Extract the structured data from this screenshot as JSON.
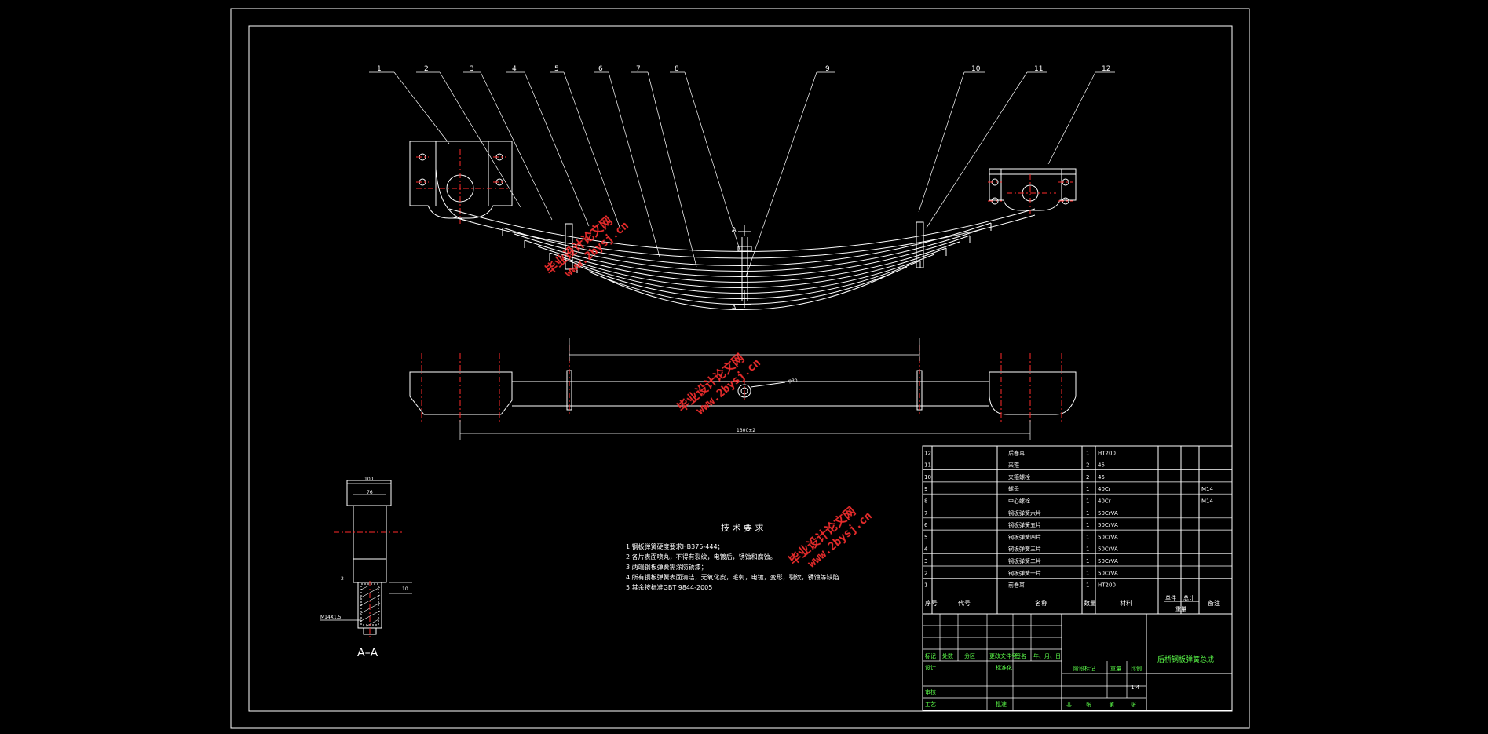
{
  "balloons": [
    "1",
    "2",
    "3",
    "4",
    "5",
    "6",
    "7",
    "8",
    "9",
    "10",
    "11",
    "12"
  ],
  "section_mark": "A",
  "section_view_label": "A–A",
  "dim_plan_total": "1300±2",
  "dim_eye": "φ30",
  "dim_section_w1": "100",
  "dim_section_w2": "76",
  "dim_section_side": "2",
  "dim_section_h": "10",
  "dim_section_bolt": "M14X1.5",
  "watermark": {
    "cn": "毕业设计论文网",
    "url": "www.2bysj.cn"
  },
  "tech_req": {
    "title": "技 术 要 求",
    "items": [
      "1.钢板弹簧硬度要求HB375-444；",
      "2.各片表面喷丸，不得有裂纹，电镀后，锈蚀和腐蚀。",
      "3.两端钢板弹簧需涂防锈漆；",
      "4.所有钢板弹簧表面清洁，无氧化皮，毛刺，电镀，变形，裂纹，锈蚀等缺陷",
      "5.其余按标准GBT 9844-2005"
    ]
  },
  "bom": {
    "rows": [
      {
        "no": "12",
        "name": "后卷耳",
        "qty": "1",
        "mat": "HT200",
        "note": ""
      },
      {
        "no": "11",
        "name": "夹箍",
        "qty": "2",
        "mat": "45",
        "note": ""
      },
      {
        "no": "10",
        "name": "夹箍螺栓",
        "qty": "2",
        "mat": "45",
        "note": ""
      },
      {
        "no": "9",
        "name": "螺母",
        "qty": "1",
        "mat": "40Cr",
        "note": "M14"
      },
      {
        "no": "8",
        "name": "中心螺栓",
        "qty": "1",
        "mat": "40Cr",
        "note": "M14"
      },
      {
        "no": "7",
        "name": "钢板弹簧六片",
        "qty": "1",
        "mat": "50CrVA",
        "note": ""
      },
      {
        "no": "6",
        "name": "钢板弹簧五片",
        "qty": "1",
        "mat": "50CrVA",
        "note": ""
      },
      {
        "no": "5",
        "name": "钢板弹簧四片",
        "qty": "1",
        "mat": "50CrVA",
        "note": ""
      },
      {
        "no": "4",
        "name": "钢板弹簧三片",
        "qty": "1",
        "mat": "50CrVA",
        "note": ""
      },
      {
        "no": "3",
        "name": "钢板弹簧二片",
        "qty": "1",
        "mat": "50CrVA",
        "note": ""
      },
      {
        "no": "2",
        "name": "钢板弹簧一片",
        "qty": "1",
        "mat": "50CrVA",
        "note": ""
      },
      {
        "no": "1",
        "name": "前卷耳",
        "qty": "1",
        "mat": "HT200",
        "note": ""
      }
    ],
    "header": {
      "no": "序号",
      "code": "代号",
      "name": "名称",
      "qty": "数量",
      "mat": "材料",
      "unit": "单件",
      "total": "总计",
      "weight": "重量",
      "note": "备注"
    }
  },
  "title_block": {
    "drawing_title": "后桥钢板弹簧总成",
    "labels": [
      "标记",
      "处数",
      "分区",
      "更改文件号",
      "签名",
      "年、月、日",
      "设计",
      "标准化",
      "审核",
      "工艺",
      "批准",
      "阶段标记",
      "重量",
      "比例",
      "共",
      "张",
      "第",
      "张"
    ],
    "scale": "1:4"
  }
}
